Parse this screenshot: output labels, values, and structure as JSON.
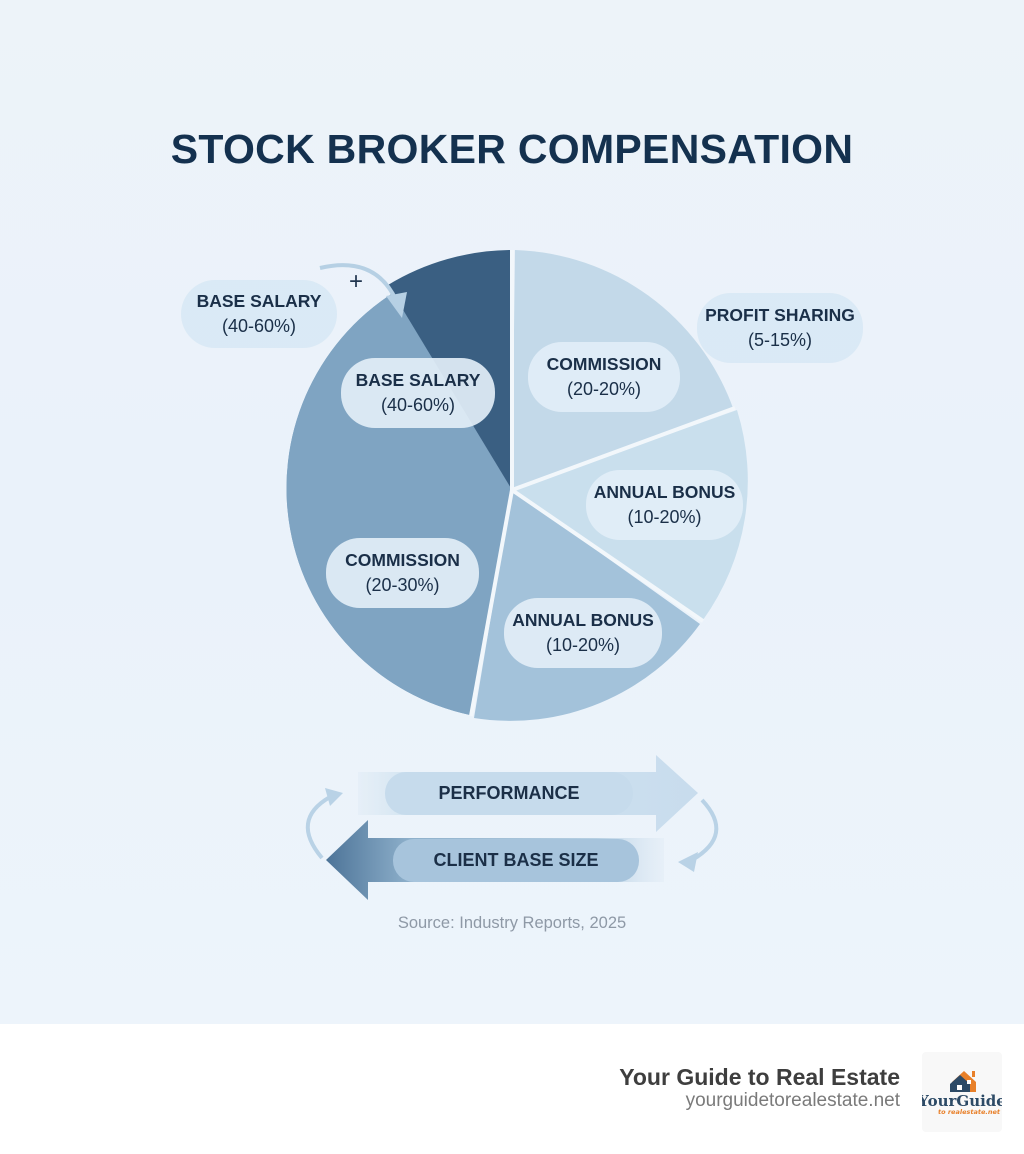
{
  "title": "STOCK BROKER COMPENSATION",
  "chart_data": {
    "type": "pie",
    "title": "STOCK BROKER COMPENSATION",
    "slices": [
      {
        "label": "BASE SALARY",
        "range": "(40-60%)",
        "approx_share_pct": 10,
        "color": "#3a5f82"
      },
      {
        "label": "COMMISSION",
        "range": "(20-20%)",
        "approx_share_pct": 17.5,
        "color": "#c3d9e9"
      },
      {
        "label": "ANNUAL BONUS",
        "range": "(10-20%)",
        "approx_share_pct": 18.5,
        "color": "#c9dfed"
      },
      {
        "label": "ANNUAL BONUS",
        "range": "(10-20%)",
        "approx_share_pct": 16.5,
        "color": "#a3c2da"
      },
      {
        "label": "COMMISSION",
        "range": "(20-30%)",
        "approx_share_pct": 37.5,
        "color": "#7fa4c2"
      }
    ],
    "external_labels": [
      {
        "label": "BASE SALARY",
        "range": "(40-60%)",
        "position": "top-left"
      },
      {
        "label": "PROFIT SHARING",
        "range": "(5-15%)",
        "position": "top-right"
      }
    ],
    "factors": [
      "PERFORMANCE",
      "CLIENT BASE SIZE"
    ],
    "source": "Source: Industry Reports, 2025",
    "legend": "none"
  },
  "labels": {
    "base_salary_outside": {
      "name": "BASE SALARY",
      "pct": "(40-60%)"
    },
    "base_salary_inside": {
      "name": "BASE SALARY",
      "pct": "(40-60%)"
    },
    "commission_top": {
      "name": "COMMISSION",
      "pct": "(20-20%)"
    },
    "profit_sharing": {
      "name": "PROFIT SHARING",
      "pct": "(5-15%)"
    },
    "annual_bonus_right": {
      "name": "ANNUAL BONUS",
      "pct": "(10-20%)"
    },
    "annual_bonus_bottom": {
      "name": "ANNUAL BONUS",
      "pct": "(10-20%)"
    },
    "commission_left": {
      "name": "COMMISSION",
      "pct": "(20-30%)"
    },
    "plus": "+"
  },
  "factors": {
    "performance": "PERFORMANCE",
    "client_base": "CLIENT BASE SIZE"
  },
  "source": "Source: Industry Reports, 2025",
  "footer": {
    "brand_name": "Your Guide to Real Estate",
    "brand_url": "yourguidetorealestate.net",
    "logo_text": "YourGuide",
    "logo_subtext": "to realestate.net"
  },
  "colors": {
    "title": "#14314f",
    "dark_slice": "#3a5f82",
    "left_slice": "#7fa4c2",
    "bottom_slice": "#a3c2da",
    "light_slice": "#c3d9e9",
    "logo_orange": "#e8802a",
    "logo_navy": "#2c4a66"
  }
}
